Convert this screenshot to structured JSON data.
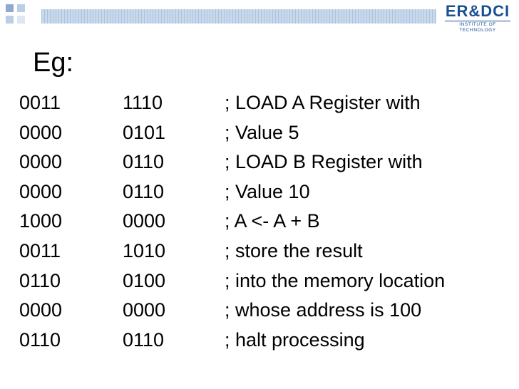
{
  "header": {
    "logo_main": "ER&DCI",
    "logo_sub": "INSTITUTE OF TECHNOLOGY",
    "accent_color": "#1a4f95",
    "square_colors": [
      "#8fa9cf",
      "#bccde6",
      "#bccde6",
      "#dde6f2"
    ]
  },
  "slide": {
    "title": "Eg:",
    "rows": [
      {
        "opcode": "0011",
        "operand": "1110",
        "comment": "; LOAD  A  Register with"
      },
      {
        "opcode": "0000",
        "operand": "0101",
        "comment": "; Value 5"
      },
      {
        "opcode": "0000",
        "operand": "0110",
        "comment": "; LOAD  B  Register with"
      },
      {
        "opcode": "0000",
        "operand": "0110",
        "comment": "; Value 10"
      },
      {
        "opcode": "1000",
        "operand": "0000",
        "comment": "; A  <-  A  +  B"
      },
      {
        "opcode": "0011",
        "operand": "1010",
        "comment": "; store the result"
      },
      {
        "opcode": "0110",
        "operand": "0100",
        "comment": "; into the memory location"
      },
      {
        "opcode": "0000",
        "operand": "0000",
        "comment": "; whose address is 100"
      },
      {
        "opcode": "0110",
        "operand": "0110",
        "comment": "; halt processing"
      }
    ]
  }
}
